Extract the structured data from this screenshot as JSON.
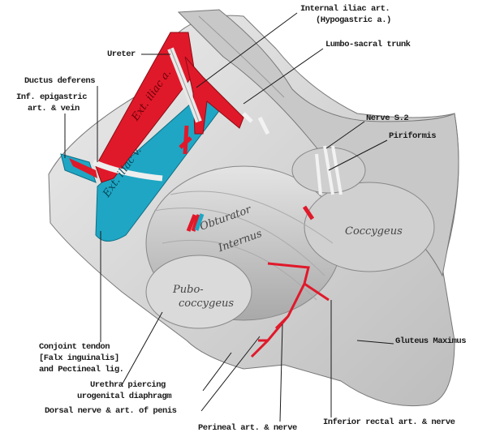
{
  "colors": {
    "artery": "#e0192a",
    "vein": "#1fa6c4",
    "tissue": "#d6d6d6",
    "ink": "#1a1a1a"
  },
  "labels": {
    "internal_iliac": [
      "Internal iliac art.",
      "(Hypogastric a.)"
    ],
    "ureter": "Ureter",
    "lumbo_sacral": "Lumbo-sacral trunk",
    "ductus_deferens": "Ductus deferens",
    "inf_epigastric": [
      "Inf. epigastric",
      "art. & vein"
    ],
    "nerve_s2": "Nerve S.2",
    "piriformis": "Piriformis",
    "conjoint_tendon": [
      "Conjoint tendon",
      "[Falx inguinalis]",
      "and Pectineal lig."
    ],
    "urethra": [
      "Urethra piercing",
      "urogenital diaphragm"
    ],
    "dorsal_nerve": "Dorsal nerve & art. of penis",
    "perineal": "Perineal art. & nerve",
    "inferior_rectal": "Inferior rectal art. & nerve",
    "gluteus_maximus": "Gluteus Maximus"
  },
  "inner_labels": {
    "ext_iliac_a": "Ext. iliac a.",
    "ext_iliac_v": "Ext. iliac v.",
    "obturator": [
      "Obturator",
      "Internus"
    ],
    "coccygeus": "Coccygeus",
    "pubococcygeus": [
      "Pubo-",
      "coccygeus"
    ]
  }
}
